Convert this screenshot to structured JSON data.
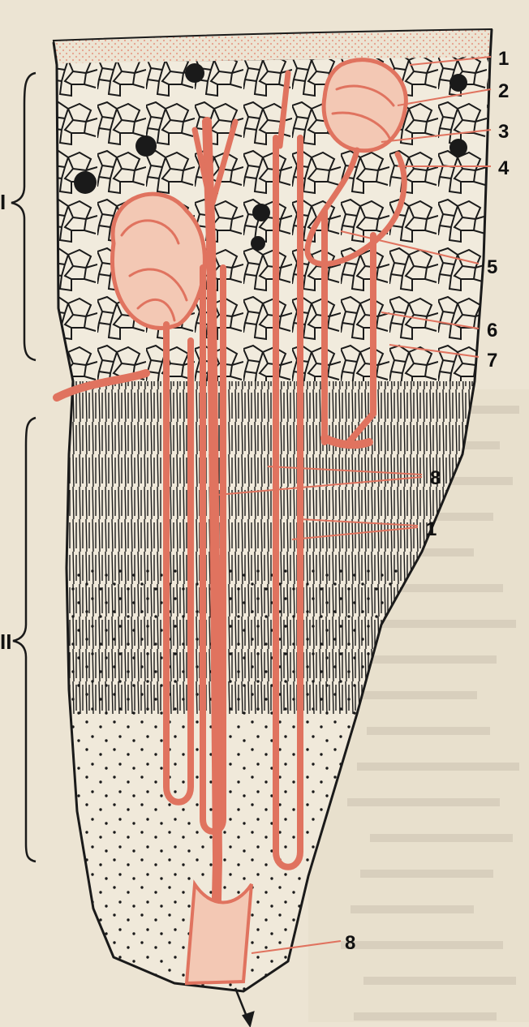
{
  "diagram": {
    "section_labels": [
      {
        "id": "section-I",
        "text": "I"
      },
      {
        "id": "section-II",
        "text": "II"
      }
    ],
    "callouts": [
      {
        "id": "callout-1-top",
        "text": "1"
      },
      {
        "id": "callout-2",
        "text": "2"
      },
      {
        "id": "callout-3",
        "text": "3"
      },
      {
        "id": "callout-4",
        "text": "4"
      },
      {
        "id": "callout-5",
        "text": "5"
      },
      {
        "id": "callout-6",
        "text": "6"
      },
      {
        "id": "callout-7",
        "text": "7"
      },
      {
        "id": "callout-8-mid",
        "text": "8"
      },
      {
        "id": "callout-1-mid",
        "text": "1"
      },
      {
        "id": "callout-8-bottom",
        "text": "8"
      }
    ],
    "colors": {
      "paper": "#ece4d3",
      "ink": "#1a1a1a",
      "tubule_red": "#e0735f",
      "tubule_fill": "#f3c8b4",
      "capsule_dots": "#e6a08c"
    }
  }
}
